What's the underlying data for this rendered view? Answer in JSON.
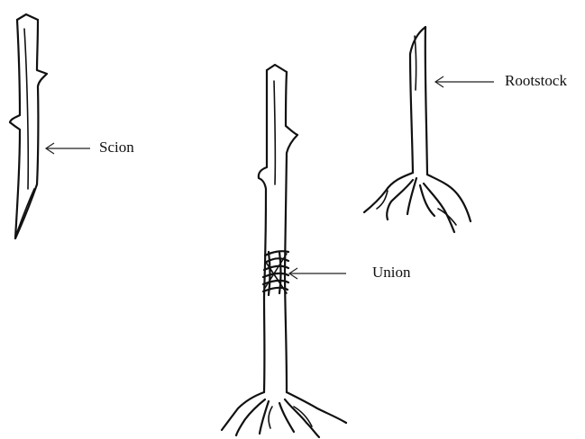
{
  "labels": {
    "scion": "Scion",
    "union": "Union",
    "rootstock": "Rootstock"
  },
  "ink_color": "#111111",
  "background_color": "#ffffff"
}
